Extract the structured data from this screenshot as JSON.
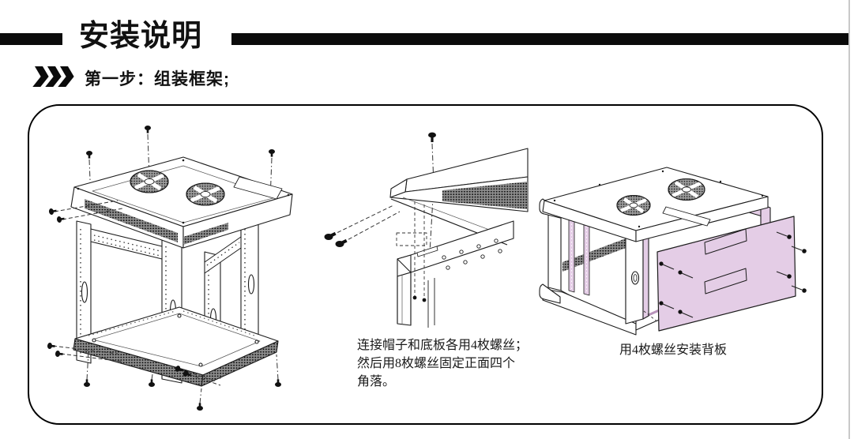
{
  "header": {
    "title": "安装说明"
  },
  "step": {
    "label": "第一步：组装框架;"
  },
  "panel": {
    "figures": [
      {
        "name": "exploded-frame"
      },
      {
        "name": "corner-detail",
        "caption_lines": [
          "连接帽子和底板各用4枚螺丝；",
          "然后用8枚螺丝固定正面四个",
          "角落。"
        ]
      },
      {
        "name": "back-panel-install",
        "caption": "用4枚螺丝安装背板"
      }
    ]
  },
  "colors": {
    "accent_pink": "#e4cde6",
    "line": "#1c1c1c",
    "bar_black": "#0b0b0b"
  }
}
